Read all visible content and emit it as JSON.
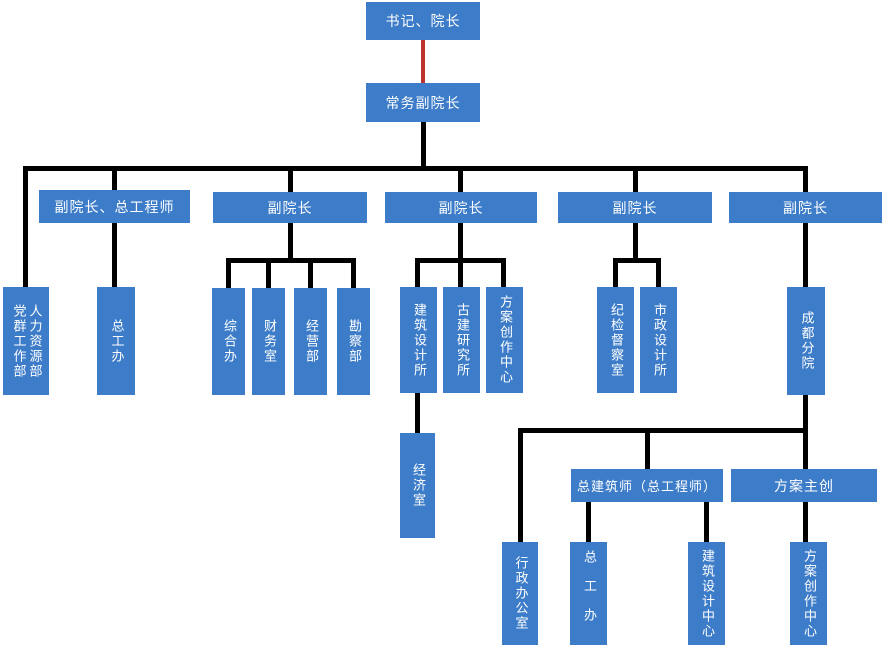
{
  "diagram": {
    "type": "org-chart",
    "colors": {
      "box_fill": "#3d7cc8",
      "box_text": "#ffffff",
      "connector": "#000000",
      "highlight_connector": "#c0322e",
      "background": "#ffffff"
    },
    "nodes": {
      "president": {
        "label": "书记、院长"
      },
      "exec_vp": {
        "label": "常务副院长"
      },
      "vp_chief_engineer": {
        "label": "副院长、总工程师"
      },
      "vp2": {
        "label": "副院长"
      },
      "vp3": {
        "label": "副院长"
      },
      "vp4": {
        "label": "副院长"
      },
      "vp5": {
        "label": "副院长"
      },
      "party_mass_dept": {
        "label": "党群工作部"
      },
      "hr_dept": {
        "label": "人力资源部"
      },
      "chief_eng_office": {
        "label": "总工办"
      },
      "general_office": {
        "label": "综合办"
      },
      "finance_office": {
        "label": "财务室"
      },
      "operations_dept": {
        "label": "经营部"
      },
      "survey_dept": {
        "label": "勘察部"
      },
      "arch_design_institute": {
        "label": "建筑设计所"
      },
      "ancient_arch_institute": {
        "label": "古建研究所"
      },
      "scheme_creation_center": {
        "label": "方案创作中心"
      },
      "economics_office": {
        "label": "经济室"
      },
      "discipline_inspection_office": {
        "label": "纪检督察室"
      },
      "municipal_design_institute": {
        "label": "市政设计所"
      },
      "chengdu_branch": {
        "label": "成都分院"
      },
      "chief_architect": {
        "label": "总建筑师（总工程师）"
      },
      "scheme_lead": {
        "label": "方案主创"
      },
      "admin_office": {
        "label": "行政办公室"
      },
      "branch_chief_eng_office": {
        "label": "总工办"
      },
      "arch_design_center": {
        "label": "建筑设计中心"
      },
      "branch_scheme_creation_center": {
        "label": "方案创作中心"
      }
    }
  }
}
